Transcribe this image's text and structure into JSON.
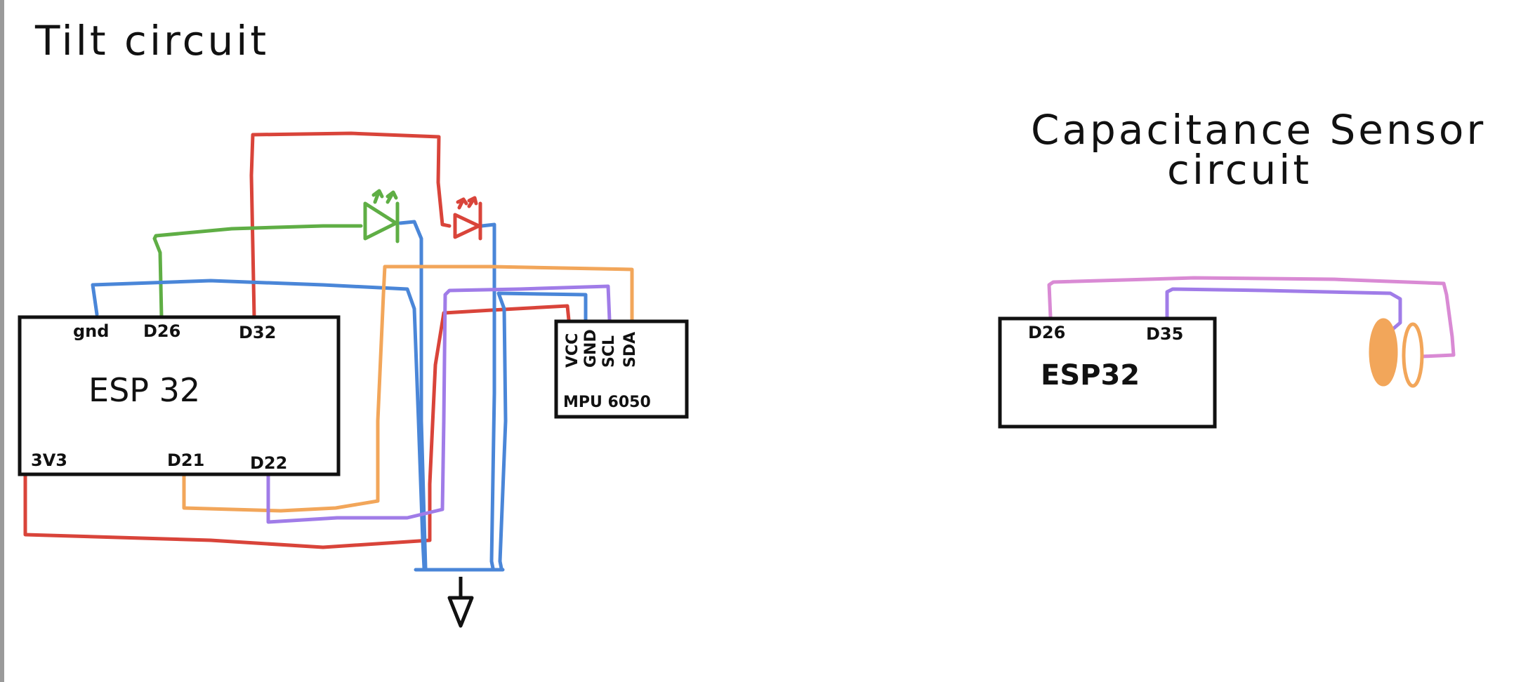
{
  "titles": {
    "tilt": "Tilt circuit",
    "capacitance_line1": "Capacitance Sensor",
    "capacitance_line2": "circuit"
  },
  "esp32_tilt": {
    "label": "ESP 32",
    "pins_top": [
      "gnd",
      "D26",
      "D32"
    ],
    "pins_bottom": [
      "3V3",
      "D21",
      "D22"
    ]
  },
  "mpu": {
    "label": "MPU 6050",
    "pins": [
      "VCC",
      "GND",
      "SCL",
      "SDA"
    ]
  },
  "esp32_cap": {
    "label": "ESP32",
    "pins": [
      "D26",
      "D35"
    ]
  },
  "colors": {
    "red": "#d9443a",
    "blue": "#4a86d8",
    "green": "#5fae45",
    "orange": "#f2a65a",
    "purple": "#a07ce8",
    "pink": "#d98ad4",
    "black": "#111111"
  }
}
